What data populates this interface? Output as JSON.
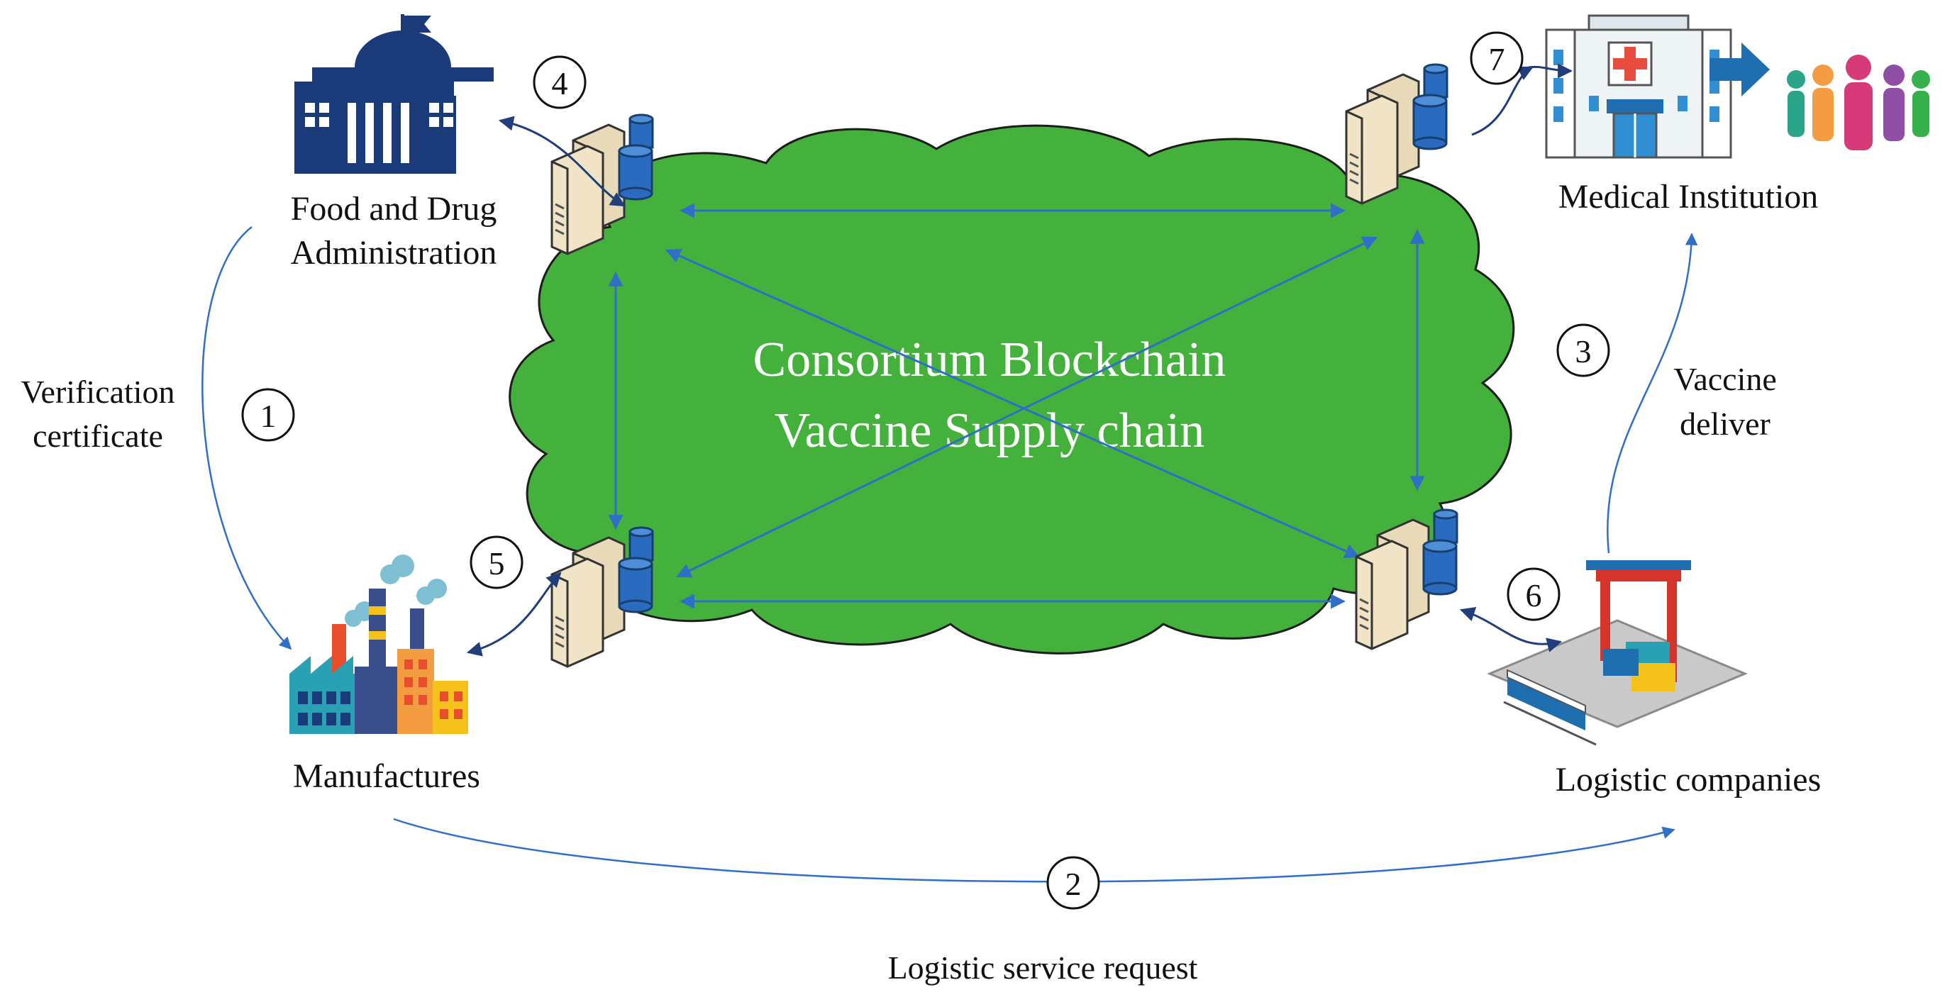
{
  "cloud": {
    "title_line1": "Consortium Blockchain",
    "title_line2": "Vaccine Supply chain"
  },
  "entities": {
    "fda": {
      "line1": "Food and Drug",
      "line2": "Administration"
    },
    "medical": {
      "label": "Medical Institution"
    },
    "manufactures": {
      "label": "Manufactures"
    },
    "logistic": {
      "label": "Logistic companies"
    }
  },
  "flows": {
    "verification": {
      "line1": "Verification",
      "line2": "certificate"
    },
    "vaccine": {
      "line1": "Vaccine",
      "line2": "deliver"
    },
    "logistic_request": {
      "label": "Logistic service request"
    }
  },
  "steps": [
    "1",
    "2",
    "3",
    "4",
    "5",
    "6",
    "7"
  ],
  "colors": {
    "cloud": "#43b13c",
    "arrow": "#2f6fc8",
    "dark_arrow": "#1f3e7a",
    "icon_navy": "#1b3a7a"
  }
}
